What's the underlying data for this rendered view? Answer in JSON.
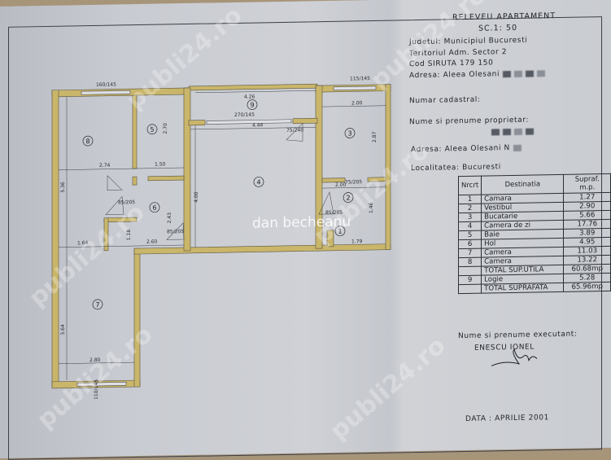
{
  "header": {
    "title": "RELEVEU APARTAMENT",
    "scale": "SC.1: 50",
    "judet": "Judetul: Municipiul Bucuresti",
    "teritoriu": "Teritoriul Adm. Sector 2",
    "cod_siruta": "Cod SIRUTA   179 150",
    "adresa": "Adresa: Aleea Olesani",
    "numar_cadastral": "Numar cadastral:",
    "proprietar": "Nume si prenume proprietar:",
    "adresa_proprietar": "Adresa: Aleea Olesani N",
    "localitate": "Localitatea: Bucuresti"
  },
  "table": {
    "headers": [
      "Nrcrt",
      "Destinatia",
      "Supraf. m.p."
    ],
    "rows": [
      {
        "nr": "1",
        "dest": "Camara",
        "supr": "1.27"
      },
      {
        "nr": "2",
        "dest": "Vestibul",
        "supr": "2.90"
      },
      {
        "nr": "3",
        "dest": "Bucatarie",
        "supr": "5.66"
      },
      {
        "nr": "4",
        "dest": "Camera de zi",
        "supr": "17.76"
      },
      {
        "nr": "5",
        "dest": "Baie",
        "supr": "3.89"
      },
      {
        "nr": "6",
        "dest": "Hol",
        "supr": "4.95"
      },
      {
        "nr": "7",
        "dest": "Camera",
        "supr": "11.03"
      },
      {
        "nr": "8",
        "dest": "Camera",
        "supr": "13.22"
      },
      {
        "nr": "",
        "dest": "TOTAL SUP.UTILA",
        "supr": "60.68mp"
      },
      {
        "nr": "9",
        "dest": "Logie",
        "supr": "5.28"
      },
      {
        "nr": "",
        "dest": "TOTAL SUPRAFATA",
        "supr": "65.96mp"
      }
    ]
  },
  "executant": {
    "label": "Nume si prenume executant:",
    "name": "ENESCU  IONEL",
    "date": "DATA : APRILIE  2001"
  },
  "plan": {
    "rooms": [
      "1",
      "2",
      "3",
      "4",
      "5",
      "6",
      "7",
      "8",
      "9"
    ],
    "dims": [
      "160/145",
      "4.26",
      "270/145",
      "115/145",
      "2.74",
      "1.50",
      "2.70",
      "4.44",
      "2.00",
      "2.87",
      "2.00",
      "1.46",
      "1.79",
      "5.36",
      "1.64",
      "2.60",
      "1.18",
      "4.00",
      "2.43",
      "3.64",
      "2.80",
      "85/205",
      "85/205",
      "85/205",
      "75/240",
      "75/205",
      "110/145"
    ]
  },
  "watermark": {
    "site": "publi24.ro",
    "author": "dan becheanu"
  },
  "colors": {
    "wall": "#c9b66a",
    "ink": "#23252c",
    "paper": "#cdd0d5"
  }
}
